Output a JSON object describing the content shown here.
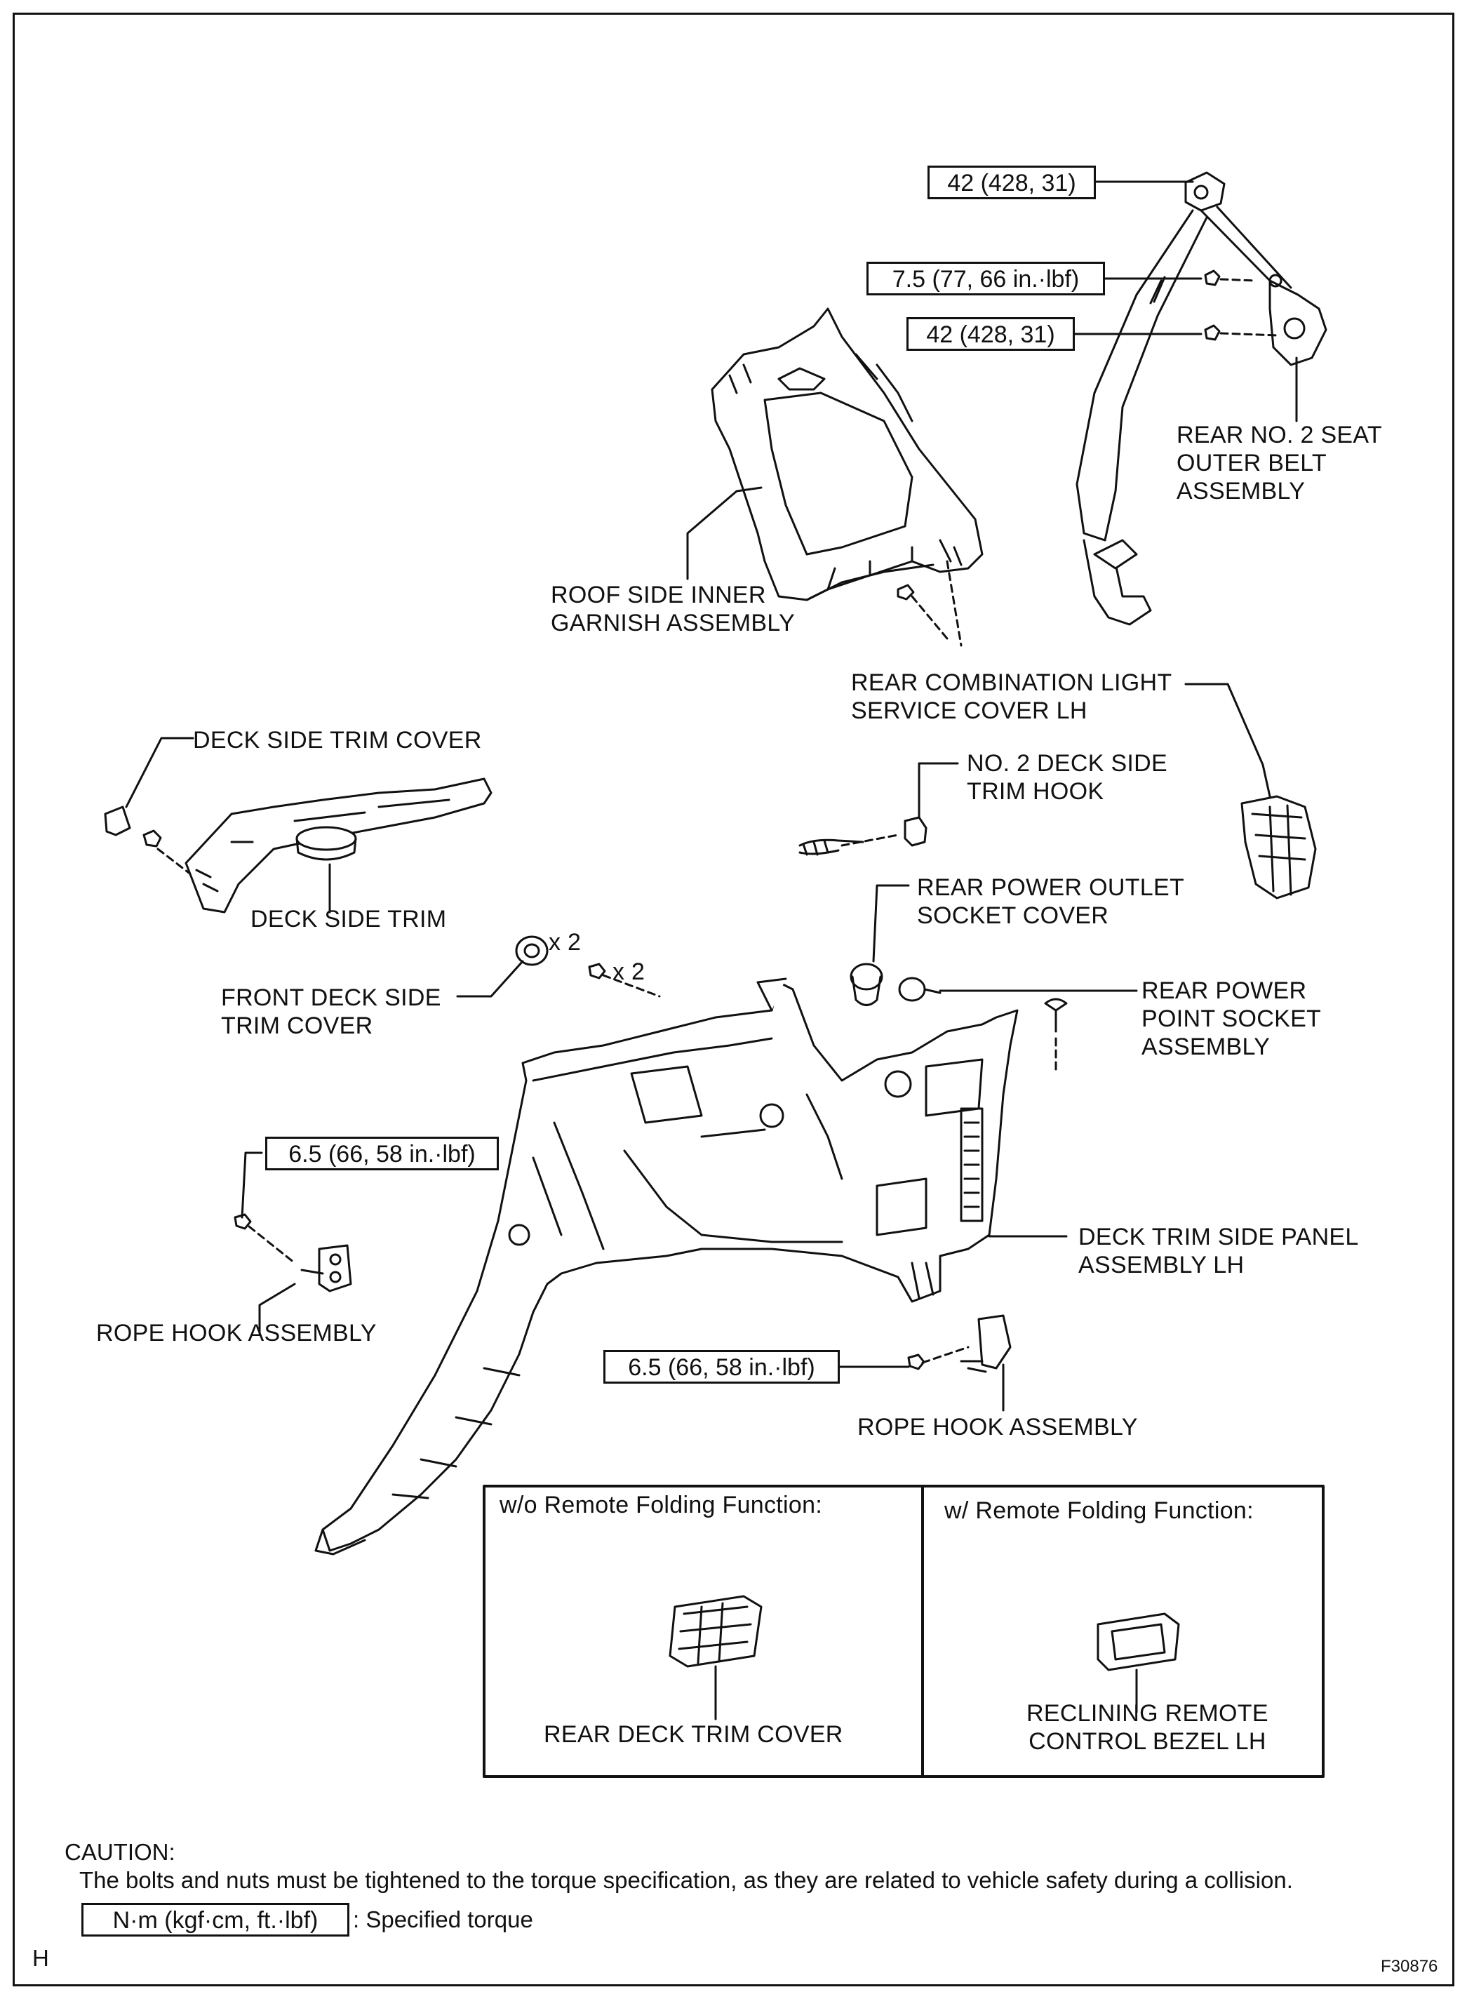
{
  "torques": {
    "t_top": "42 (428, 31)",
    "t_mid": "7.5 (77, 66 in.·lbf)",
    "t_mid2": "42 (428, 31)",
    "t_left": "6.5 (66, 58 in.·lbf)",
    "t_bottom": "6.5 (66, 58 in.·lbf)"
  },
  "labels": {
    "seat_belt": "REAR NO. 2 SEAT\nOUTER BELT\nASSEMBLY",
    "roof_garnish": "ROOF SIDE INNER\nGARNISH ASSEMBLY",
    "rcl_cover": "REAR COMBINATION LIGHT\nSERVICE COVER LH",
    "deck_side_trim_cover": "DECK SIDE TRIM COVER",
    "no2_hook": "NO. 2 DECK SIDE\nTRIM HOOK",
    "deck_side_trim": "DECK SIDE TRIM",
    "outlet_cover": "REAR POWER OUTLET\nSOCKET COVER",
    "x2_a": "x 2",
    "x2_b": "x 2",
    "front_deck_cover": "FRONT DECK SIDE\nTRIM COVER",
    "power_socket": "REAR POWER\nPOINT SOCKET\nASSEMBLY",
    "deck_panel": "DECK TRIM SIDE PANEL\nASSEMBLY LH",
    "rope_hook_left": "ROPE HOOK ASSEMBLY",
    "rope_hook_right": "ROPE HOOK ASSEMBLY"
  },
  "inset": {
    "left_title": "w/o Remote Folding Function:",
    "right_title": "w/ Remote Folding Function:",
    "left_part": "REAR DECK TRIM COVER",
    "right_part": "RECLINING REMOTE\nCONTROL BEZEL LH"
  },
  "caution": {
    "title": "CAUTION:",
    "text": "The bolts and nuts must be tightened to the torque specification, as they are related to vehicle safety during a collision.",
    "legend_box": "N·m (kgf·cm, ft.·lbf)",
    "legend_text": ": Specified torque"
  },
  "footer": {
    "left": "H",
    "right": "F30876"
  }
}
